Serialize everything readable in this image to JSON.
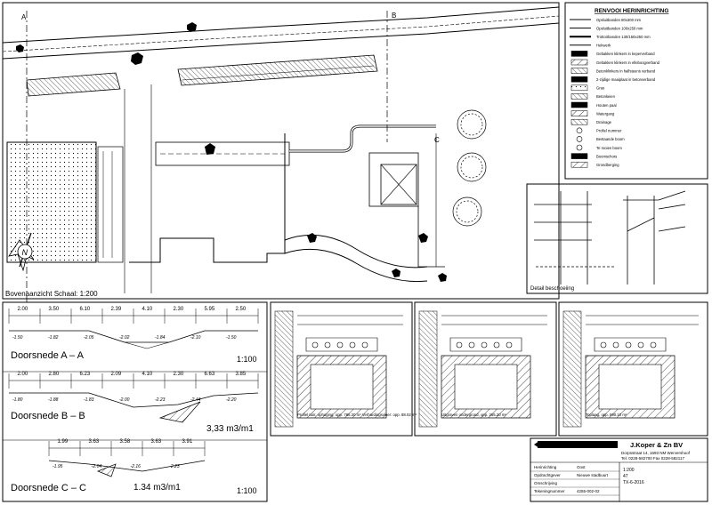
{
  "plan": {
    "caption": "Bovenaanzicht Schaal: 1:200",
    "section_markers": [
      "A",
      "B",
      "C"
    ],
    "north": "N"
  },
  "legend": {
    "title": "RENVOOI HERINRICHTING",
    "items": [
      "Opsluitbanden 80x300 mm",
      "Opsluitbanden 100x250 mm",
      "Trottoirbanden 130/150x250 mm",
      "Hekwerk",
      "Gebakken klinkers in keperverband",
      "Gebakken klinkers in elleboogverband",
      "Betonklinkers in halfsteens verband",
      "2-zijdige maaiplaat in betonverband",
      "Gras",
      "Betonkeien",
      "Houten paal",
      "Watergang",
      "Drainage",
      "Profiel nummer",
      "Bestaande boom",
      "Te rooien boom",
      "Boomschors",
      "Grondberging"
    ]
  },
  "detail": {
    "caption": "Detail beschoeiing"
  },
  "sections": [
    {
      "name": "Doorsnede A – A",
      "scale": "1:100",
      "dims": [
        "2.00",
        "3.50",
        "6.10",
        "2.39",
        "4.10",
        "2.30",
        "5.95",
        "2.50"
      ],
      "levels": [
        "-1.50",
        "-1.82",
        "-2.05",
        "-2.02",
        "-1.84",
        "-2.10",
        "-1.50"
      ]
    },
    {
      "name": "Doorsnede B – B",
      "volume": "3,33 m3/m1",
      "dims": [
        "2.00",
        "2.80",
        "6.23",
        "2.09",
        "4.10",
        "2.30",
        "6.63",
        "3.85"
      ],
      "levels": [
        "-1.80",
        "-1.88",
        "-1.83",
        "-2.00",
        "-2.23",
        "-2.44",
        "-2.20"
      ]
    },
    {
      "name": "Doorsnede C – C",
      "volume": "1.34 m3/m1",
      "scale": "1:100",
      "dims": [
        "1.99",
        "3.63",
        "3.58",
        "3.63",
        "3.91"
      ],
      "levels": [
        "-1.95",
        "-2.04",
        "-2.16",
        "-2.23"
      ]
    }
  ],
  "thumbnails": [
    {
      "label": "Profiel tuin: ophoging, opp. 786.30 m²  Verhardingsvloer: opp. 88.02 m²"
    },
    {
      "label": "Uitgraven ondergrond, opp. 265.20 m²"
    },
    {
      "label": "Toplaag, opp. 590.10 m²"
    }
  ],
  "title_block": {
    "company": "J.Koper & Zn BV",
    "address": "Dorpsstraat 14, 1693 NM Wervershoof",
    "phone": "Tel. 0228-582700  Fax 0228-582117",
    "fields": [
      {
        "label": "Herinrichting",
        "value": "Oost"
      },
      {
        "label": "Opdrachtgever",
        "value": "Nieuwe stadbuurt"
      },
      {
        "label": "Omschrijving",
        "value": ""
      },
      {
        "label": "Tekeningnummer",
        "value": "4255-002-02"
      }
    ],
    "drawn": "TX-6-2016",
    "scale": "1:200",
    "sheet": "47"
  }
}
